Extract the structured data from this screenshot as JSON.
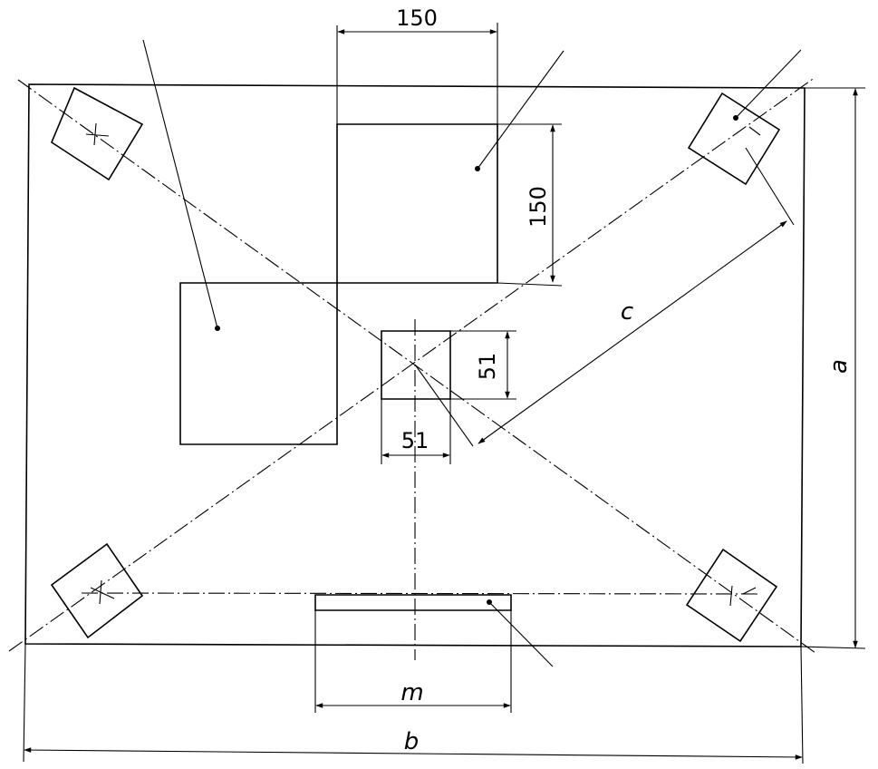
{
  "dimensions": {
    "top_square_width": "150",
    "top_square_height": "150",
    "center_square_width": "51",
    "center_square_height": "51",
    "overall_width": "b",
    "overall_height": "a",
    "diagonal": "c",
    "slot_width": "m"
  }
}
